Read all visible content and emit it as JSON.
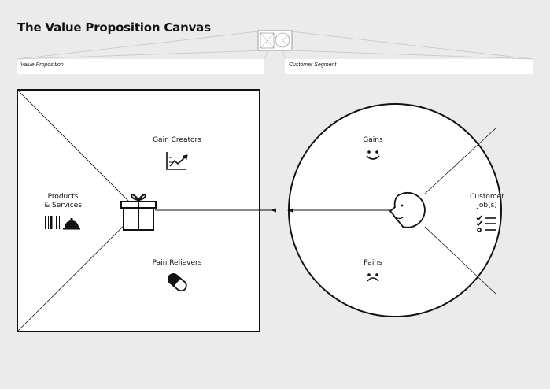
{
  "header": {
    "title": "The Value Proposition Canvas"
  },
  "fields": {
    "value_proposition": "Value Proposition",
    "customer_segment": "Customer Segment"
  },
  "value_map": {
    "gain_creators": "Gain Creators",
    "products_services": "Products\n& Services",
    "pain_relievers": "Pain Relievers"
  },
  "customer_profile": {
    "gains": "Gains",
    "customer_jobs": "Customer\nJob(s)",
    "pains": "Pains"
  },
  "icons": {
    "gift": "gift-icon",
    "chart": "trend-chart-icon",
    "barcode": "barcode-icon",
    "cloche": "cloche-icon",
    "pill": "pill-icon",
    "smile": "smile-icon",
    "frown": "frown-icon",
    "checklist": "checklist-icon",
    "face": "face-profile-icon",
    "thumbnail": "canvas-thumbnail-icon"
  },
  "colors": {
    "background": "#ebebeb",
    "stroke": "#111111",
    "field": "#ffffff"
  }
}
